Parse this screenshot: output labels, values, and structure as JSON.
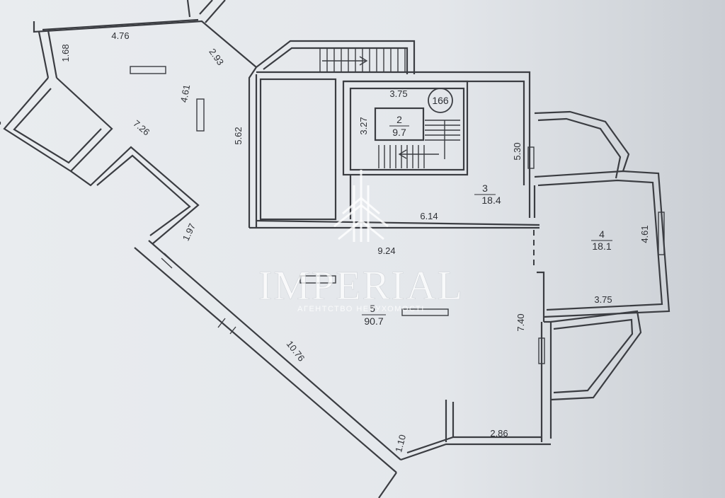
{
  "dimensions": {
    "d1": "4.76",
    "d2": "1.68",
    "d3": "2.93",
    "d4": "4.61",
    "d5": "7.26",
    "d6": "5.62",
    "d7": "3.75",
    "d8": "3.27",
    "d9": "5.30",
    "d10": "6.14",
    "d11": "1.97",
    "d12": "9.24",
    "d13": "4.61",
    "d14": "3.75",
    "d15": "7.40",
    "d16": "10.76",
    "d17": "2.86",
    "d18": "1.10"
  },
  "rooms": [
    {
      "number": "2",
      "area": "9.7"
    },
    {
      "number": "3",
      "area": "18.4"
    },
    {
      "number": "4",
      "area": "18.1"
    },
    {
      "number": "5",
      "area": "90.7"
    }
  ],
  "stair_tag": "166",
  "watermark": {
    "name": "IMPERIAL",
    "tagline": "АГЕНТСТВО НЕРУХОМОСТІ"
  }
}
